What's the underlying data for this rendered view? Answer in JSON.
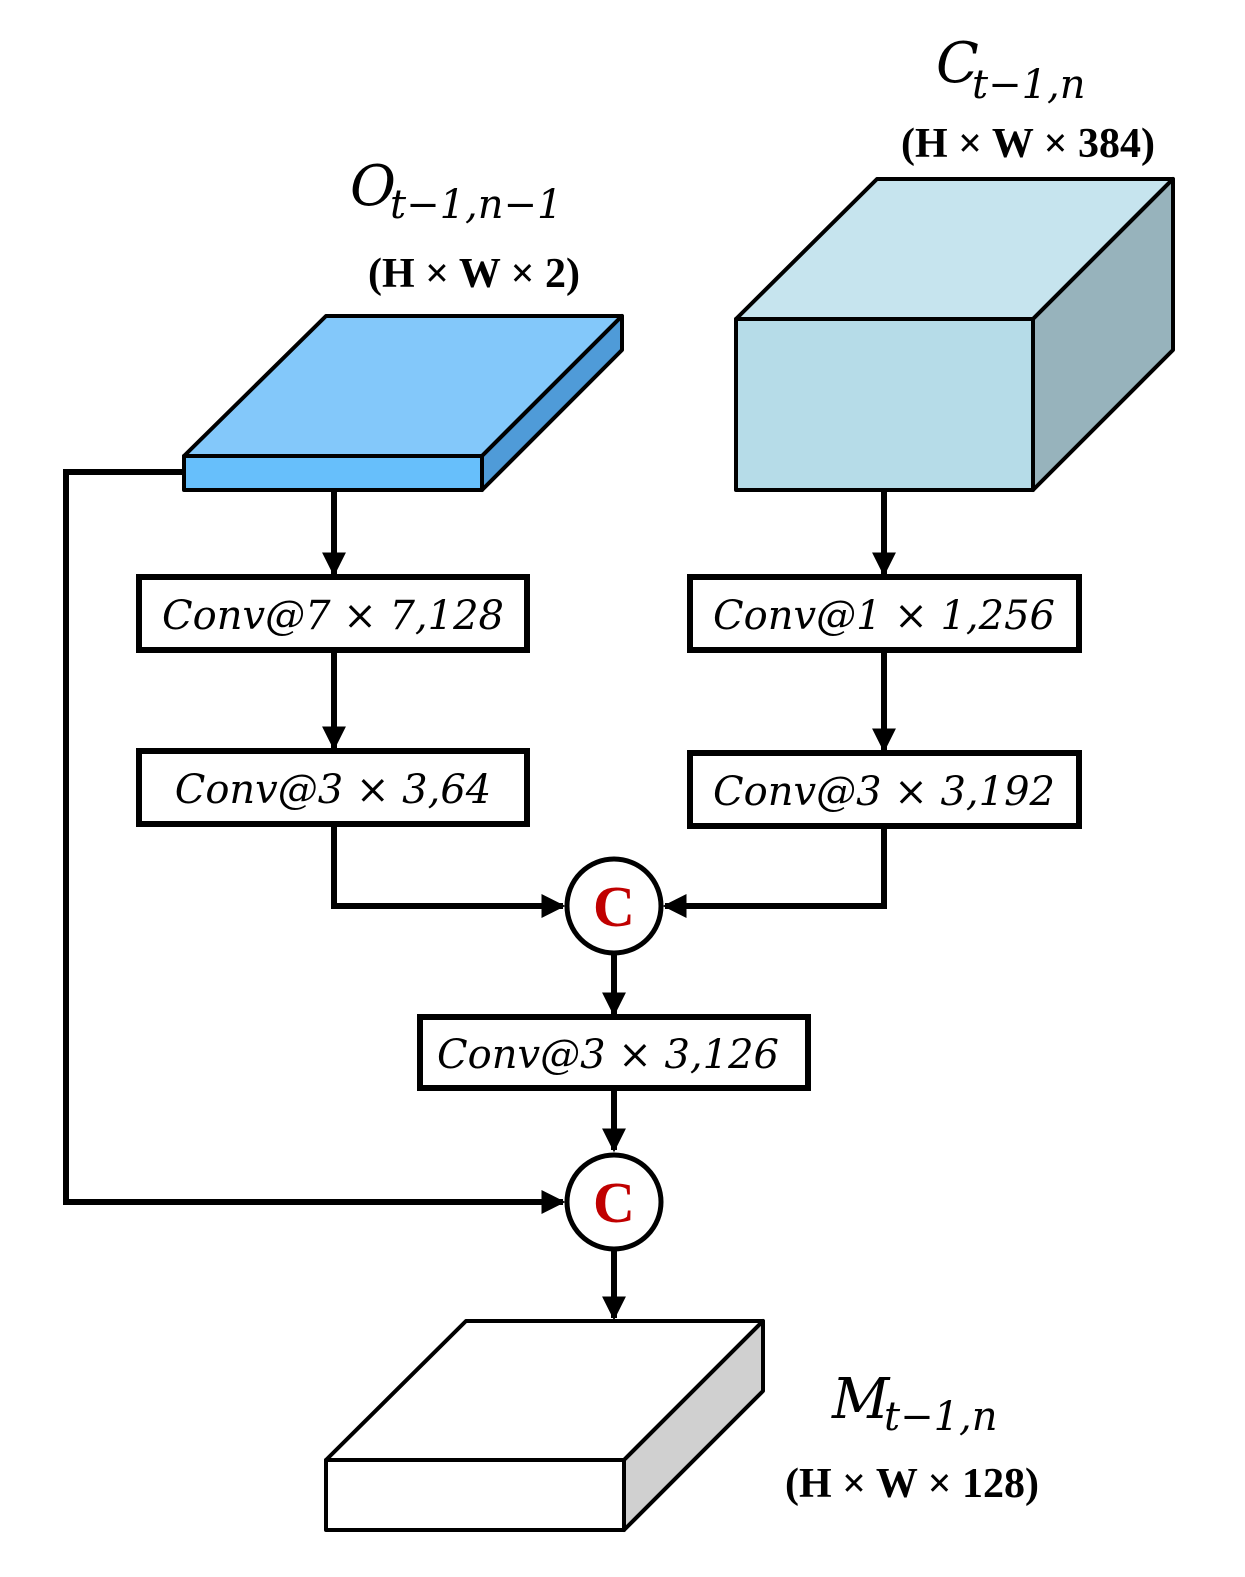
{
  "colors": {
    "input_o_front": "#67bffb",
    "input_o_top": "#83c8fa",
    "input_o_side": "#4f9bd8",
    "input_c_front": "#b6dce8",
    "input_c_top": "#c6e4ee",
    "input_c_side": "#97b3bc",
    "output_front": "#ffffff",
    "output_top": "#ffffff",
    "output_side": "#d0d0d0",
    "concat_letter": "#c00000"
  },
  "inputs": {
    "o": {
      "symbol": "O",
      "subscript": "t−1,n−1",
      "dims": "(H × W × 2)"
    },
    "c": {
      "symbol": "C",
      "subscript": "t−1,n",
      "dims": "(H × W × 384)"
    }
  },
  "output": {
    "symbol": "M",
    "subscript": "t−1,n",
    "dims": "(H × W × 128)"
  },
  "conv_blocks": {
    "o1": "Conv@7 × 7,128",
    "o2": "Conv@3 × 3,64",
    "c1": "Conv@1 × 1,256",
    "c2": "Conv@3 × 3,192",
    "merge": "Conv@3 × 3,126"
  },
  "concat": {
    "label": "C"
  }
}
